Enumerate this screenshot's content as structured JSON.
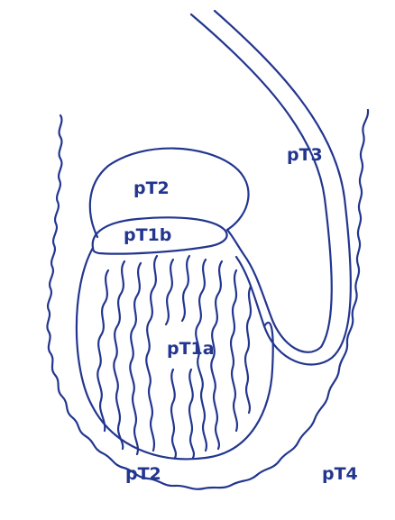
{
  "diagram": {
    "labels": {
      "pT3": "pT3",
      "pT2_upper": "pT2",
      "pT1b": "pT1b",
      "pT1a": "pT1a",
      "pT2_lower": "pT2",
      "pT4": "pT4"
    },
    "colors": {
      "ink": "#23368f",
      "background": "#ffffff"
    }
  }
}
